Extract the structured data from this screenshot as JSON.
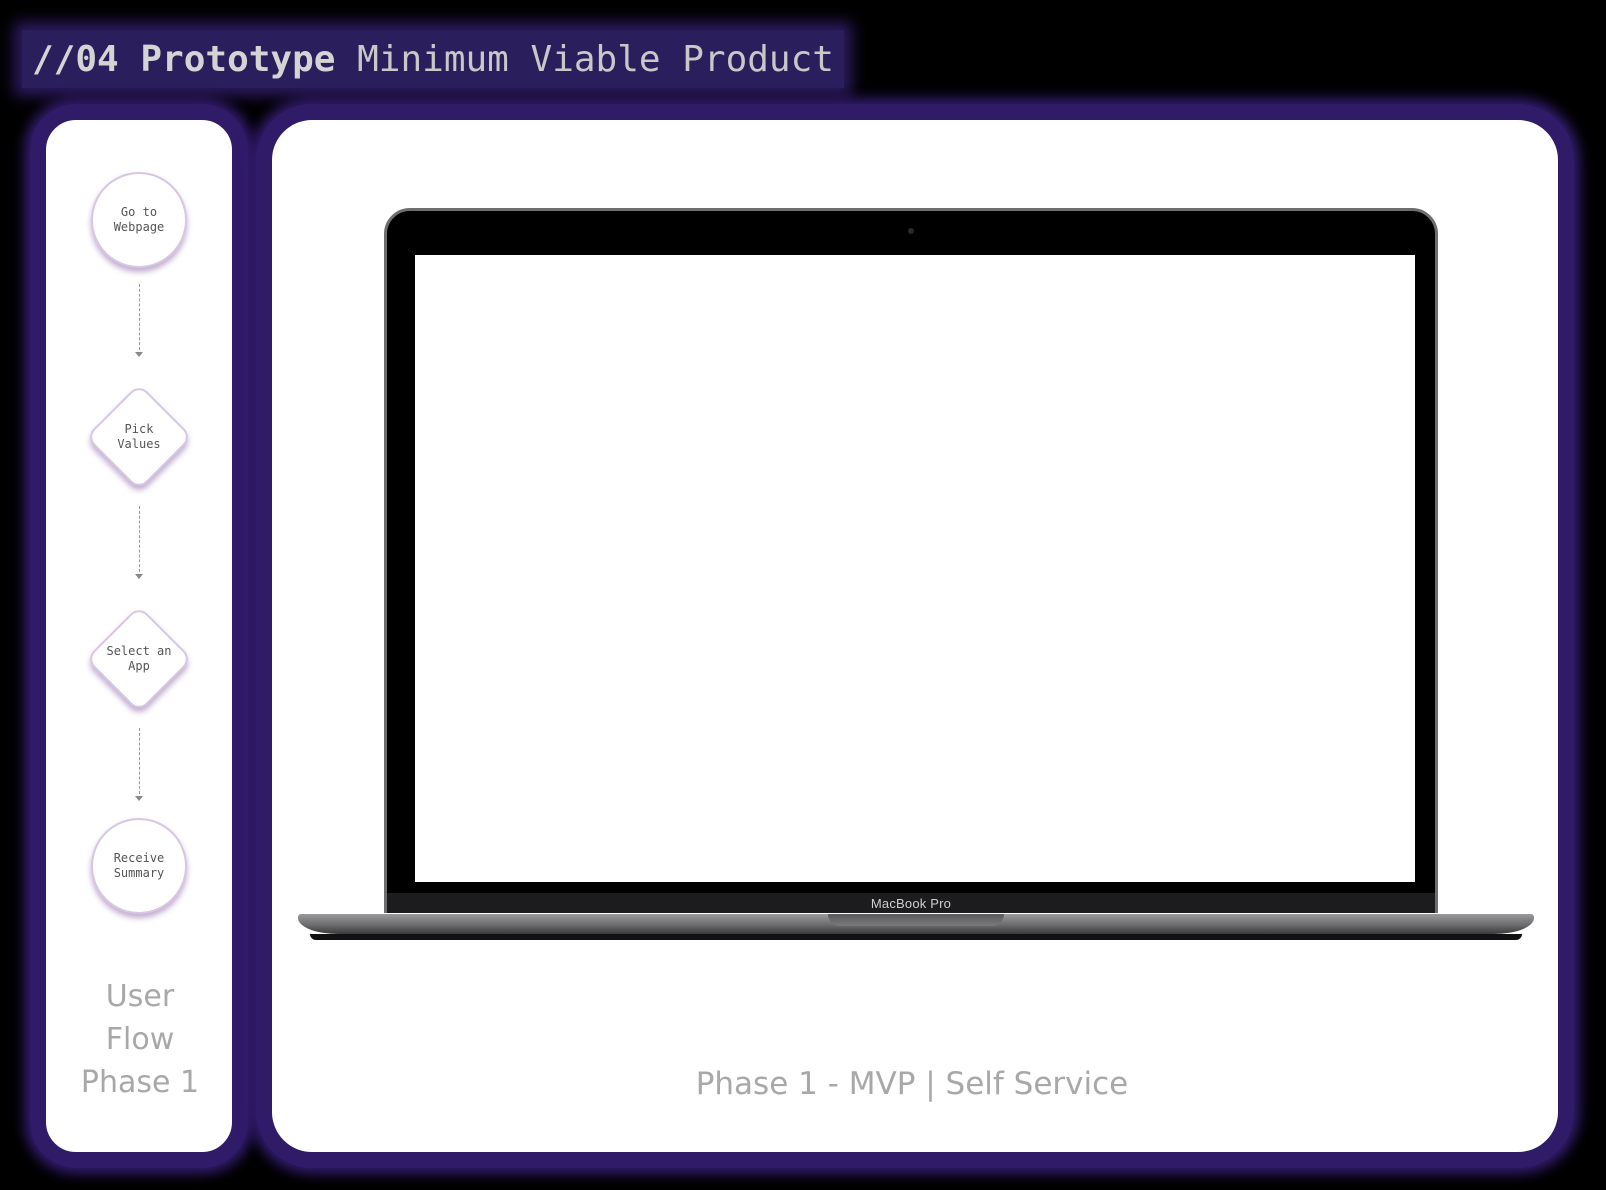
{
  "header": {
    "prefix": "//04 Prototype",
    "title": "Minimum Viable Product"
  },
  "flow": {
    "nodes": [
      {
        "label": "Go to\nWebpage",
        "shape": "circle"
      },
      {
        "label": "Pick\nValues",
        "shape": "diamond"
      },
      {
        "label": "Select an\nApp",
        "shape": "diamond"
      },
      {
        "label": "Receive\nSummary",
        "shape": "circle"
      }
    ],
    "caption": "User\nFlow\nPhase 1"
  },
  "laptop": {
    "brand": "MacBook Pro"
  },
  "main": {
    "caption": "Phase 1 - MVP | Self Service"
  },
  "colors": {
    "frame": "#2f1b68",
    "header_bg": "#2a1e5c",
    "node_border": "#d7c7e2",
    "caption": "#a8a8a8"
  }
}
